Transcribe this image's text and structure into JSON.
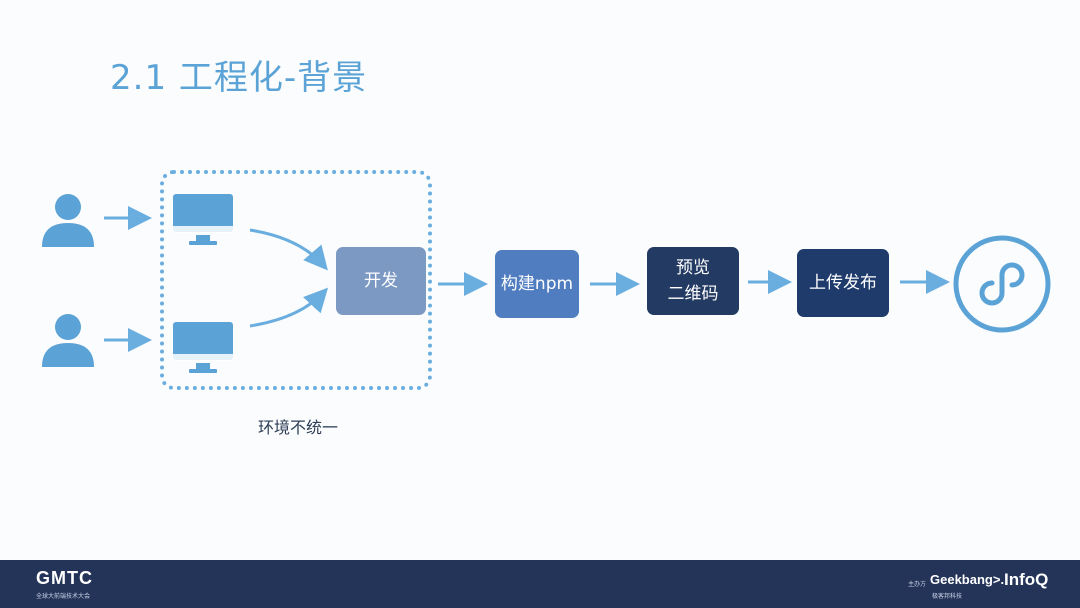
{
  "slide": {
    "title": "2.1 工程化-背景",
    "caption": "环境不统一"
  },
  "pipeline": {
    "develop": "开发",
    "build": "构建npm",
    "preview_line1": "预览",
    "preview_line2": "二维码",
    "publish": "上传发布"
  },
  "footer": {
    "gmtc_logo": "GMTC",
    "gmtc_sub": "全球大前端技术大会",
    "organizer_label": "主办方",
    "geekbang_logo": "Geekbang>.",
    "geekbang_sub": "极客邦科技",
    "infoq_logo": "InfoQ"
  },
  "icons": [
    "user-icon",
    "monitor-icon",
    "mini-program-icon"
  ],
  "colors": {
    "accent": "#5ba3d6",
    "arrow": "#6aaee0",
    "footer": "#243459"
  }
}
